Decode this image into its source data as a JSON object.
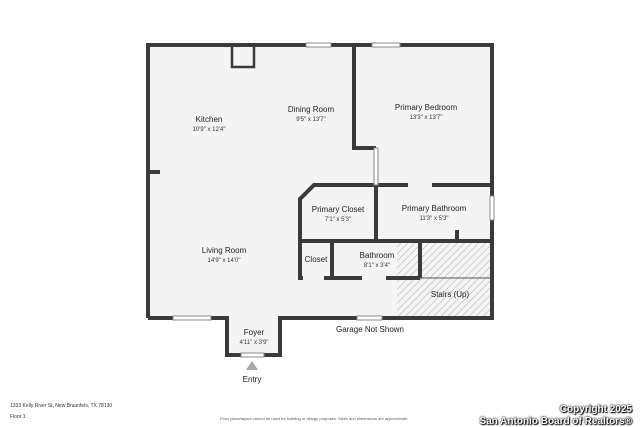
{
  "rooms": {
    "kitchen": {
      "name": "Kitchen",
      "dims": "10'9\" x 12'4\""
    },
    "dining": {
      "name": "Dining Room",
      "dims": "9'5\" x 13'7\""
    },
    "primary_bedroom": {
      "name": "Primary Bedroom",
      "dims": "13'3\" x 13'7\""
    },
    "primary_closet": {
      "name": "Primary Closet",
      "dims": "7'1\" x 5'3\""
    },
    "primary_bathroom": {
      "name": "Primary Bathroom",
      "dims": "11'3\" x 5'3\""
    },
    "living": {
      "name": "Living Room",
      "dims": "14'9\" x 14'0\""
    },
    "closet": {
      "name": "Closet"
    },
    "bathroom": {
      "name": "Bathroom",
      "dims": "8'1\" x 3'4\""
    },
    "stairs": {
      "name": "Stairs (Up)"
    },
    "foyer": {
      "name": "Foyer",
      "dims": "4'11\" x 3'9\""
    }
  },
  "labels": {
    "garage": "Garage Not Shown",
    "entry": "Entry"
  },
  "footer": {
    "address": "1333 Kelly River St, New Braunfels, TX 78130",
    "floor": "Floor 1",
    "disclaimer": "Floor plans/layout cannot be used for building or design purposes. Sizes and dimensions are approximate.",
    "copyright_line1": "Copyright 2025",
    "copyright_line2": "San Antonio Board of Realtors®"
  },
  "colors": {
    "wall": "#3a3a3a",
    "floor": "#f4f4f4",
    "entry_arrow": "#a8a8a8"
  }
}
